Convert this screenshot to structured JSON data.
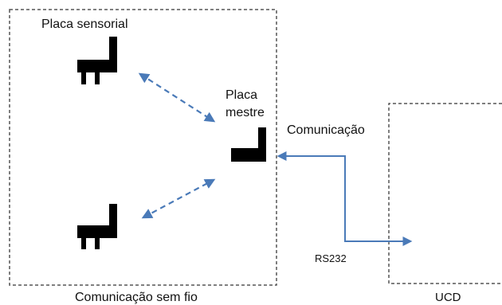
{
  "labels": {
    "placa_sensorial": "Placa sensorial",
    "placa_mestre_line1": "Placa",
    "placa_mestre_line2": "mestre",
    "comunicacao": "Comunicação",
    "rs232": "RS232",
    "ucd": "UCD",
    "comunicacao_sem_fio": "Comunicação sem fio"
  },
  "colors": {
    "arrow": "#4a7ab8",
    "device": "#000000",
    "border": "#555555"
  },
  "icons": {
    "sensor_board_top": "sensor-board-icon",
    "sensor_board_bottom": "sensor-board-icon",
    "master_board": "master-board-icon"
  }
}
